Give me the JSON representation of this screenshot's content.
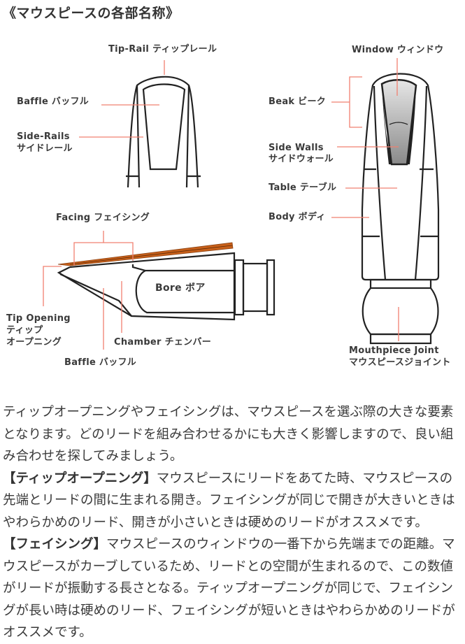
{
  "title": "《マウスピースの各部名称》",
  "colors": {
    "outline": "#222222",
    "leader_line": "#f08070",
    "reed": "#c8601a",
    "window_fill": "#b0b0b0",
    "text": "#3a3a3a"
  },
  "front_view_labels": {
    "tip_rail": "Tip-Rail ティップレール",
    "baffle": "Baffle バッフル",
    "side_rails_en": "Side-Rails",
    "side_rails_jp": "サイドレール"
  },
  "side_view_labels": {
    "facing": "Facing フェイシング",
    "bore": "Bore ボア",
    "tip_opening_en": "Tip Opening",
    "tip_opening_jp1": "ティップ",
    "tip_opening_jp2": "オープニング",
    "chamber": "Chamber チェンバー",
    "baffle": "Baffle バッフル"
  },
  "back_view_labels": {
    "window": "Window ウィンドウ",
    "beak": "Beak ビーク",
    "side_walls_en": "Side Walls",
    "side_walls_jp": "サイドウォール",
    "table": "Table テーブル",
    "body": "Body ボディ",
    "joint_en": "Mouthpiece Joint",
    "joint_jp": "マウスピースジョイント"
  },
  "description": {
    "intro": "ティップオープニングやフェイシングは、マウスピースを選ぶ際の大きな要素となります。どのリードを組み合わせるかにも大きく影響しますので、良い組み合わせを探してみましょう。",
    "tip_opening_heading": "【ティップオープニング】",
    "tip_opening_text": "マウスピースにリードをあてた時、マウスピースの先端とリードの間に生まれる開き。フェイシングが同じで開きが大きいときはやわらかめのリード、開きが小さいときは硬めのリードがオススメです。",
    "facing_heading": "【フェイシング】",
    "facing_text": "マウスピースのウィンドウの一番下から先端までの距離。マウスピースがカーブしているため、リードとの空間が生まれるので、この数値がリードが振動する長さとなる。ティップオープニングが同じで、フェイシングが長い時は硬めのリード、フェイシングが短いときはやわらかめのリードがオススメです。"
  }
}
